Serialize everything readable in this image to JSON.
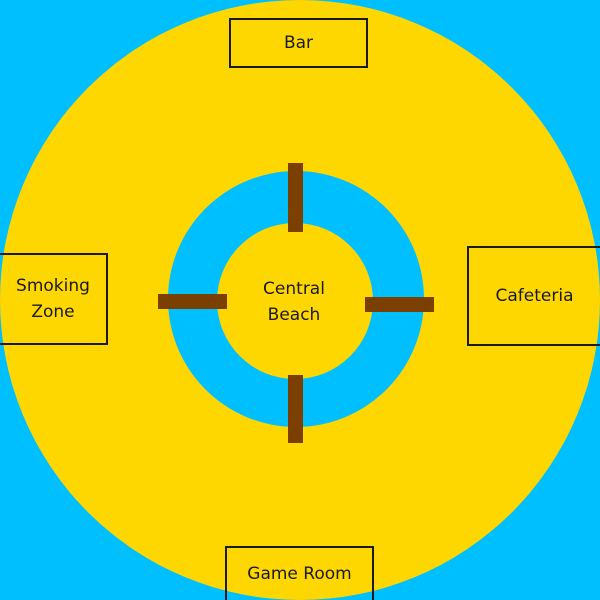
{
  "colors": {
    "background": "#00BFFF",
    "land": "#FFD700",
    "pier": "#7B3F00",
    "border": "#1a1a1a"
  },
  "zones": {
    "bar": "Bar",
    "cafeteria": "Cafeteria",
    "smoking_zone": "Smoking\nZone",
    "game_room": "Game Room"
  },
  "center": {
    "line1": "Central",
    "line2": "Beach"
  }
}
